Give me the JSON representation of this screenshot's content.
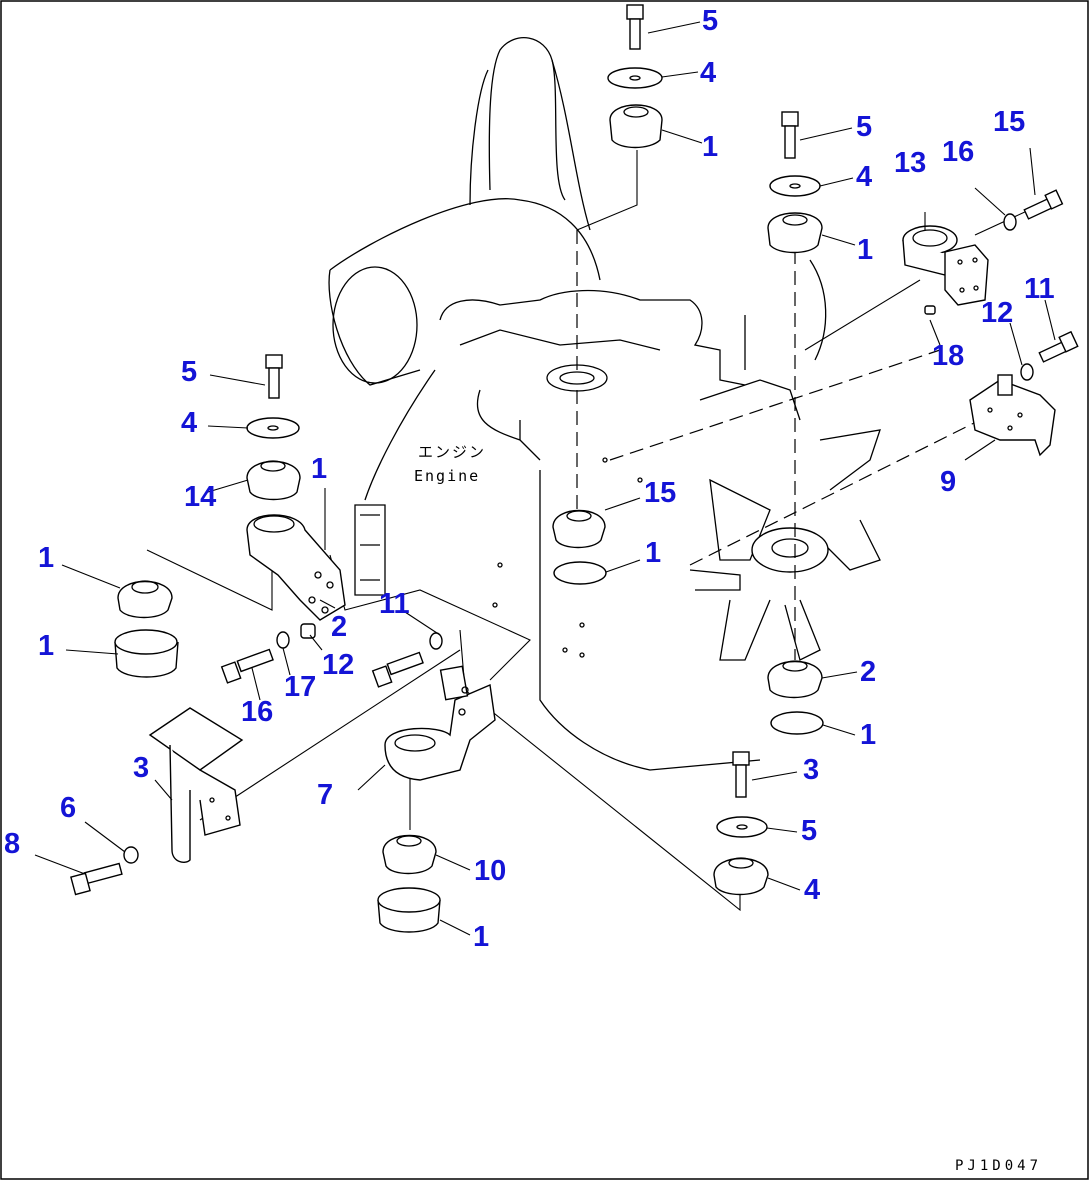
{
  "diagram": {
    "engine_label_jp": "エンジン",
    "engine_label_en": "Engine",
    "drawing_code": "PJ1D047"
  },
  "labels": [
    {
      "id": "l5a",
      "text": "5"
    },
    {
      "id": "l4a",
      "text": "4"
    },
    {
      "id": "l1a",
      "text": "1"
    },
    {
      "id": "l5b",
      "text": "5"
    },
    {
      "id": "l4b",
      "text": "4"
    },
    {
      "id": "l1b",
      "text": "1"
    },
    {
      "id": "l13",
      "text": "13"
    },
    {
      "id": "l16a",
      "text": "16"
    },
    {
      "id": "l15a",
      "text": "15"
    },
    {
      "id": "l12a",
      "text": "12"
    },
    {
      "id": "l11a",
      "text": "11"
    },
    {
      "id": "l18",
      "text": "18"
    },
    {
      "id": "l9",
      "text": "9"
    },
    {
      "id": "l5c",
      "text": "5"
    },
    {
      "id": "l4c",
      "text": "4"
    },
    {
      "id": "l1c",
      "text": "1"
    },
    {
      "id": "l14",
      "text": "14"
    },
    {
      "id": "l1d",
      "text": "1"
    },
    {
      "id": "l2a",
      "text": "2"
    },
    {
      "id": "l11b",
      "text": "11"
    },
    {
      "id": "l12b",
      "text": "12"
    },
    {
      "id": "l17",
      "text": "17"
    },
    {
      "id": "l16b",
      "text": "16"
    },
    {
      "id": "l15b",
      "text": "15"
    },
    {
      "id": "l1e",
      "text": "1"
    },
    {
      "id": "l3a",
      "text": "3"
    },
    {
      "id": "l6",
      "text": "6"
    },
    {
      "id": "l8",
      "text": "8"
    },
    {
      "id": "l7",
      "text": "7"
    },
    {
      "id": "l10",
      "text": "10"
    },
    {
      "id": "l1f",
      "text": "1"
    },
    {
      "id": "l2b",
      "text": "2"
    },
    {
      "id": "l1g",
      "text": "1"
    },
    {
      "id": "l3b",
      "text": "3"
    },
    {
      "id": "l5d",
      "text": "5"
    },
    {
      "id": "l4d",
      "text": "4"
    },
    {
      "id": "l1h",
      "text": "1"
    }
  ]
}
